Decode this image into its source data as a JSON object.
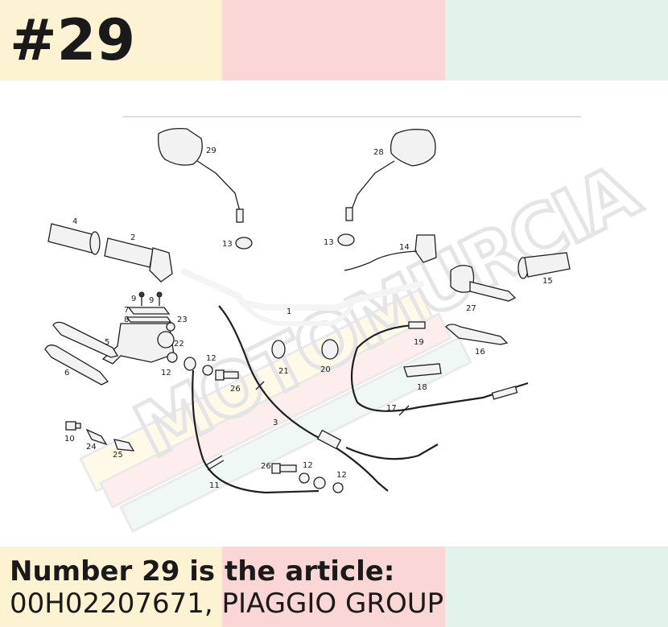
{
  "header": {
    "number": "#29"
  },
  "caption": {
    "line1": "Number 29 is the article:",
    "line2": "00H02207671, PIAGGIO GROUP"
  },
  "watermark": {
    "text": "MOTOMURCIA"
  },
  "diagram": {
    "labels": [
      "29",
      "28",
      "4",
      "2",
      "13",
      "13",
      "14",
      "15",
      "27",
      "9",
      "9",
      "7",
      "8",
      "23",
      "22",
      "5",
      "6",
      "12",
      "12",
      "26",
      "1",
      "21",
      "20",
      "19",
      "16",
      "18",
      "17",
      "3",
      "10",
      "24",
      "25",
      "11",
      "26",
      "12",
      "12"
    ]
  },
  "colors": {
    "yellow": "#fdf3d2",
    "pink": "#fbd6d6",
    "mint": "#e2f3ec",
    "text": "#1a1a1a"
  }
}
